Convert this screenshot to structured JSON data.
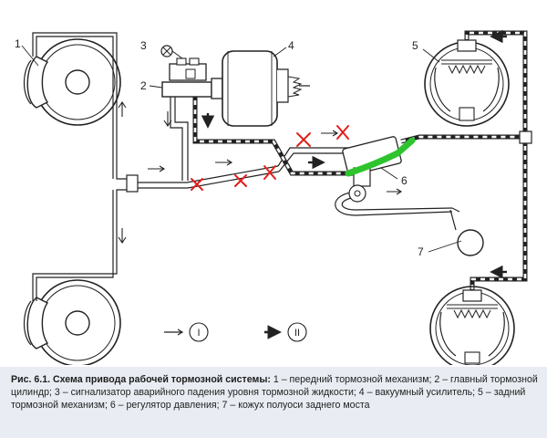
{
  "callouts": {
    "n1": "1",
    "n2": "2",
    "n3": "3",
    "n4": "4",
    "n5": "5",
    "n6": "6",
    "n7": "7"
  },
  "legend": {
    "circuit_one": "I",
    "circuit_two": "II"
  },
  "caption": {
    "title": "Рис. 6.1. Схема привода рабочей тормозной системы:",
    "body": " 1 – передний тормозной механизм; 2 – главный тормозной цилиндр; 3 – сигнализатор аварийного падения уровня тормозной жидкости; 4 – вакуумный усилитель; 5 – задний тормозной механизм; 6 – регулятор давления; 7 – кожух полуоси заднего моста"
  },
  "colors": {
    "line": "#222222",
    "mark": "#e0201c",
    "highlight": "#2ec42e",
    "caption_bg": "#e9edf3"
  }
}
